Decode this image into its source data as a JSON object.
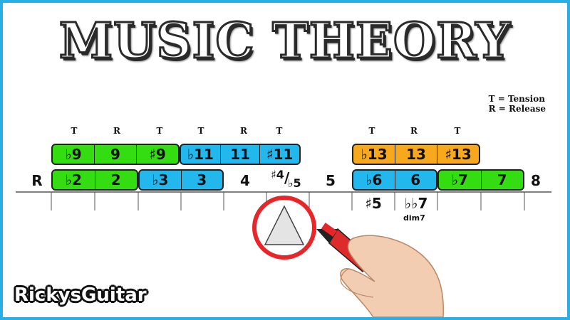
{
  "title": "MUSIC THEORY",
  "legend": {
    "tension": "T = Tension",
    "release": "R = Release"
  },
  "tension_labels": [
    "T",
    "R",
    "T",
    "T",
    "R",
    "T",
    "T",
    "R",
    "T"
  ],
  "upper_row": {
    "green": [
      "♭9",
      "9",
      "♯9"
    ],
    "blue": [
      "♭11",
      "11",
      "♯11"
    ],
    "orange": [
      "♭13",
      "13",
      "♯13"
    ]
  },
  "lower_row": {
    "root": "R",
    "green": [
      "♭2",
      "2"
    ],
    "blue": [
      "♭3",
      "3"
    ],
    "four": "4",
    "sharp_four": "♯4",
    "flat_five": "♭5",
    "five": "5",
    "blue_six": [
      "♭6",
      "6"
    ],
    "green_seven": [
      "♭7",
      "7"
    ],
    "eight": "8"
  },
  "below": {
    "sharp_five": "♯5",
    "double_flat_seven": "♭♭7",
    "dim7": "dim7"
  },
  "brand": "RickysGuitar",
  "colors": {
    "green": "#33dd11",
    "blue": "#22b8ee",
    "orange": "#f7a81c",
    "frame": "#29aee6",
    "circle": "#e8262a"
  }
}
